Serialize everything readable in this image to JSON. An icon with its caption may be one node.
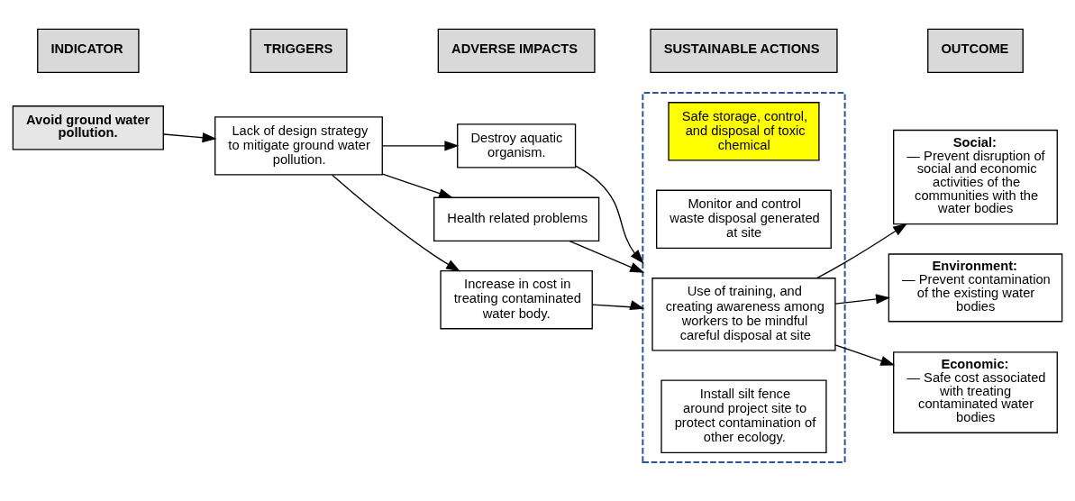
{
  "diagram": {
    "nodes": [
      {
        "text": [
          "INDICATOR"
        ]
      },
      {
        "text": [
          "TRIGGERS"
        ]
      },
      {
        "text": [
          "ADVERSE IMPACTS"
        ]
      },
      {
        "text": [
          "SUSTAINABLE ACTIONS"
        ]
      },
      {
        "text": [
          "OUTCOME"
        ]
      },
      {
        "text": [
          "Avoid ground water pollution."
        ]
      },
      {
        "text": [
          "Lack of design strategy to mitigate ground water pollution."
        ]
      },
      {
        "text": [
          "Destroy aquatic organism."
        ]
      },
      {
        "text": [
          "Health related problems"
        ]
      },
      {
        "text": [
          "Increase in cost in treating contaminated water body."
        ]
      },
      {
        "text": [],
        "shape": "box"
      },
      {
        "text": [
          "Safe storage, control, and disposal of toxic chemical"
        ],
        "in": 10
      },
      {
        "text": [
          "Monitor and control waste disposal generated at site"
        ],
        "in": 10
      },
      {
        "text": [
          "Use of training, and creating awareness among workers to be mindful careful disposal at site"
        ],
        "in": 10
      },
      {
        "text": [
          "Install silt fence around project site to protect contamination of other ecology."
        ],
        "in": 10
      },
      {
        "text": [
          "Social:",
          "— Prevent disruption of social and economic activities of the communities with the water bodies"
        ]
      },
      {
        "text": [
          "Environment:",
          "— Prevent contamination of the existing water bodies"
        ]
      },
      {
        "text": [
          "Economic:",
          "— Safe cost associated with treating contaminated water bodies"
        ]
      }
    ],
    "edges": [
      {
        "from": 5,
        "to": 6,
        "arrow": "to"
      },
      {
        "from": 6,
        "to": 7,
        "arrow": "to"
      },
      {
        "from": 6,
        "to": 8,
        "arrow": "to"
      },
      {
        "from": 6,
        "to": 9,
        "arrow": "to"
      },
      {
        "from": 7,
        "to": 10,
        "arrow": "to"
      },
      {
        "from": 8,
        "to": 10,
        "arrow": "to"
      },
      {
        "from": 9,
        "to": 10,
        "arrow": "to"
      },
      {
        "from": 13,
        "to": 15,
        "arrow": "to"
      },
      {
        "from": 13,
        "to": 16,
        "arrow": "to"
      },
      {
        "from": 13,
        "to": 17,
        "arrow": "to"
      }
    ]
  }
}
